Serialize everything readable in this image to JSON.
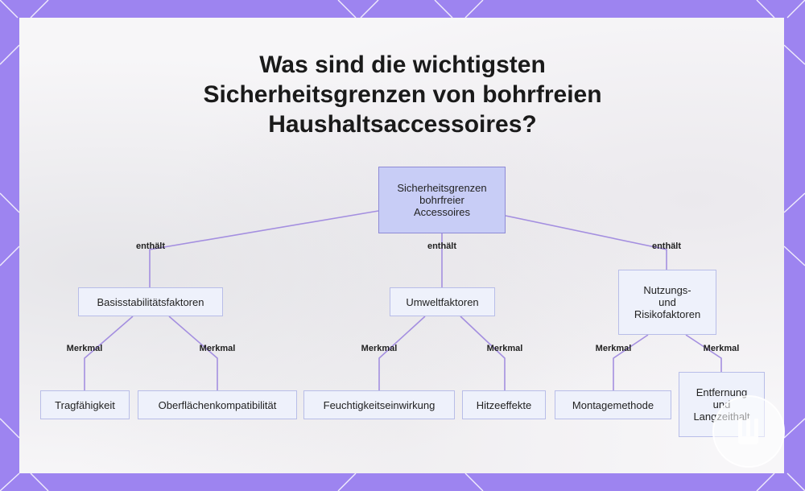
{
  "title": {
    "line1": "Was sind die wichtigsten",
    "line2": "Sicherheitsgrenzen von bohrfreien",
    "line3": "Haushaltsaccessoires?"
  },
  "colors": {
    "frame": "#9d84f0",
    "card": "#f7f6f8",
    "root_fill": "#c8cdf6",
    "node_fill": "#eef1fb",
    "node_border": "#b8bde8",
    "edge": "#a48fe0"
  },
  "nodes": {
    "root": {
      "lines": [
        "Sicherheitsgrenzen",
        "bohrfreier",
        "Accessoires"
      ]
    },
    "basis": {
      "lines": [
        "Basisstabilitätsfaktoren"
      ]
    },
    "umwelt": {
      "lines": [
        "Umweltfaktoren"
      ]
    },
    "nutzung": {
      "lines": [
        "Nutzungs-",
        "und",
        "Risikofaktoren"
      ]
    },
    "trag": {
      "lines": [
        "Tragfähigkeit"
      ]
    },
    "ober": {
      "lines": [
        "Oberflächenkompatibilität"
      ]
    },
    "feucht": {
      "lines": [
        "Feuchtigkeitseinwirkung"
      ]
    },
    "hitze": {
      "lines": [
        "Hitzeeffekte"
      ]
    },
    "montage": {
      "lines": [
        "Montagemethode"
      ]
    },
    "entfernung": {
      "lines": [
        "Entfernung",
        "und",
        "Langzeithalt"
      ]
    }
  },
  "edge_labels": {
    "contains": "enthält",
    "feature": "Merkmal"
  },
  "watermark_icon": "fork-logo-icon"
}
